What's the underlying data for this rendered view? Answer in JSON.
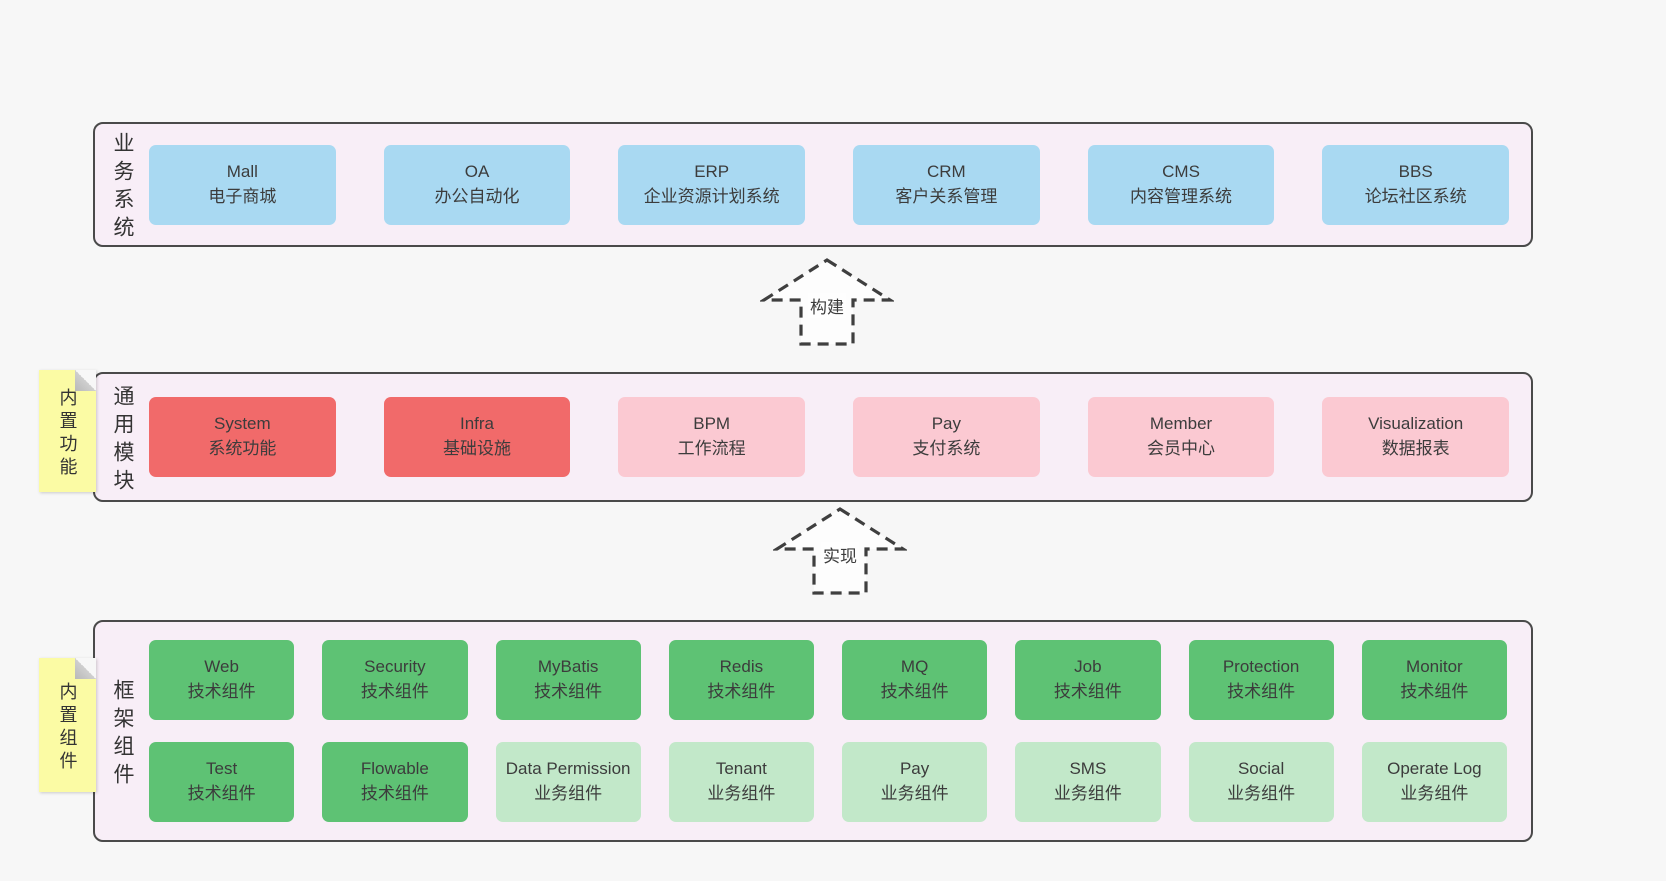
{
  "colors": {
    "page_bg": "#f7f7f7",
    "panel_bg": "#f8eef7",
    "panel_border": "#4a4a4a",
    "system_box_blue": "#a9d9f2",
    "module_box_red": "#f16a6a",
    "module_box_pink": "#fbc9d2",
    "component_box_green": "#5ec274",
    "component_box_light_green": "#c2e8c9",
    "note_yellow": "#fbfba4"
  },
  "business_layer": {
    "label": "业务系统",
    "boxes": [
      {
        "name": "Mall",
        "desc": "电子商城"
      },
      {
        "name": "OA",
        "desc": "办公自动化"
      },
      {
        "name": "ERP",
        "desc": "企业资源计划系统"
      },
      {
        "name": "CRM",
        "desc": "客户关系管理"
      },
      {
        "name": "CMS",
        "desc": "内容管理系统"
      },
      {
        "name": "BBS",
        "desc": "论坛社区系统"
      }
    ]
  },
  "build_arrow": {
    "label": "构建"
  },
  "modules_layer": {
    "label": "通用模块",
    "note": "内置功能",
    "boxes": [
      {
        "name": "System",
        "desc": "系统功能"
      },
      {
        "name": "Infra",
        "desc": "基础设施"
      },
      {
        "name": "BPM",
        "desc": "工作流程"
      },
      {
        "name": "Pay",
        "desc": "支付系统"
      },
      {
        "name": "Member",
        "desc": "会员中心"
      },
      {
        "name": "Visualization",
        "desc": "数据报表"
      }
    ]
  },
  "implement_arrow": {
    "label": "实现"
  },
  "components_layer": {
    "label": "框架组件",
    "note": "内置组件",
    "row1": [
      {
        "name": "Web",
        "desc": "技术组件"
      },
      {
        "name": "Security",
        "desc": "技术组件"
      },
      {
        "name": "MyBatis",
        "desc": "技术组件"
      },
      {
        "name": "Redis",
        "desc": "技术组件"
      },
      {
        "name": "MQ",
        "desc": "技术组件"
      },
      {
        "name": "Job",
        "desc": "技术组件"
      },
      {
        "name": "Protection",
        "desc": "技术组件"
      },
      {
        "name": "Monitor",
        "desc": "技术组件"
      }
    ],
    "row2": [
      {
        "name": "Test",
        "desc": "技术组件"
      },
      {
        "name": "Flowable",
        "desc": "技术组件"
      },
      {
        "name": "Data Permission",
        "desc": "业务组件"
      },
      {
        "name": "Tenant",
        "desc": "业务组件"
      },
      {
        "name": "Pay",
        "desc": "业务组件"
      },
      {
        "name": "SMS",
        "desc": "业务组件"
      },
      {
        "name": "Social",
        "desc": "业务组件"
      },
      {
        "name": "Operate Log",
        "desc": "业务组件"
      }
    ]
  }
}
